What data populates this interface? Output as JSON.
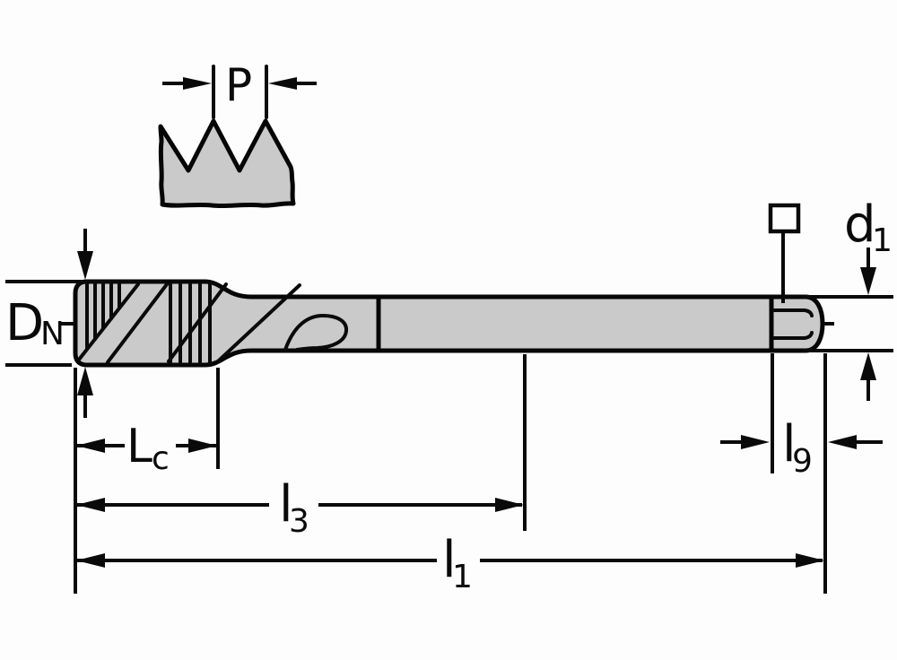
{
  "diagram": {
    "type": "technical-drawing",
    "subject": "machine-tap-side-view-with-dimensions",
    "colors": {
      "line": "#060606",
      "fill": "#cacaca",
      "background": "#ffffff"
    },
    "labels": {
      "pitch": {
        "main": "P",
        "sub": ""
      },
      "nominal_diameter": {
        "main": "D",
        "sub": "N"
      },
      "shank_diameter": {
        "main": "d",
        "sub": "1"
      },
      "square_length": {
        "main": "l",
        "sub": "9"
      },
      "chamfer_length": {
        "main": "L",
        "sub": "c"
      },
      "thread_length": {
        "main": "l",
        "sub": "3"
      },
      "overall_length": {
        "main": "l",
        "sub": "1"
      }
    },
    "symbols": [
      {
        "name": "square-drive-symbol",
        "meaning": "square end of shank"
      }
    ]
  }
}
